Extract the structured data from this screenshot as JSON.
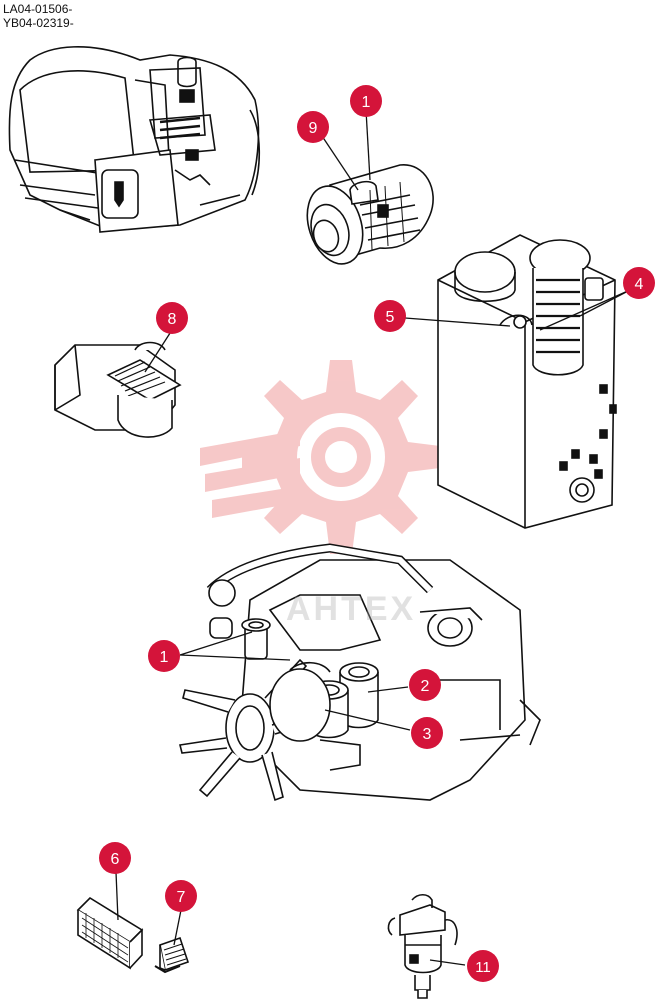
{
  "header": {
    "codes": [
      "LA04-01506-",
      "YB04-02319-"
    ]
  },
  "watermark": {
    "text": "AHTEX"
  },
  "callouts": [
    {
      "id": "c-1-top",
      "label": "1"
    },
    {
      "id": "c-9",
      "label": "9"
    },
    {
      "id": "c-4",
      "label": "4"
    },
    {
      "id": "c-5",
      "label": "5"
    },
    {
      "id": "c-8",
      "label": "8"
    },
    {
      "id": "c-1-engine",
      "label": "1"
    },
    {
      "id": "c-2",
      "label": "2"
    },
    {
      "id": "c-3",
      "label": "3"
    },
    {
      "id": "c-6",
      "label": "6"
    },
    {
      "id": "c-7",
      "label": "7"
    },
    {
      "id": "c-11",
      "label": "11"
    }
  ],
  "colors": {
    "callout": "#d4143a",
    "line": "#111111",
    "watermark": "#f4b6b6"
  }
}
